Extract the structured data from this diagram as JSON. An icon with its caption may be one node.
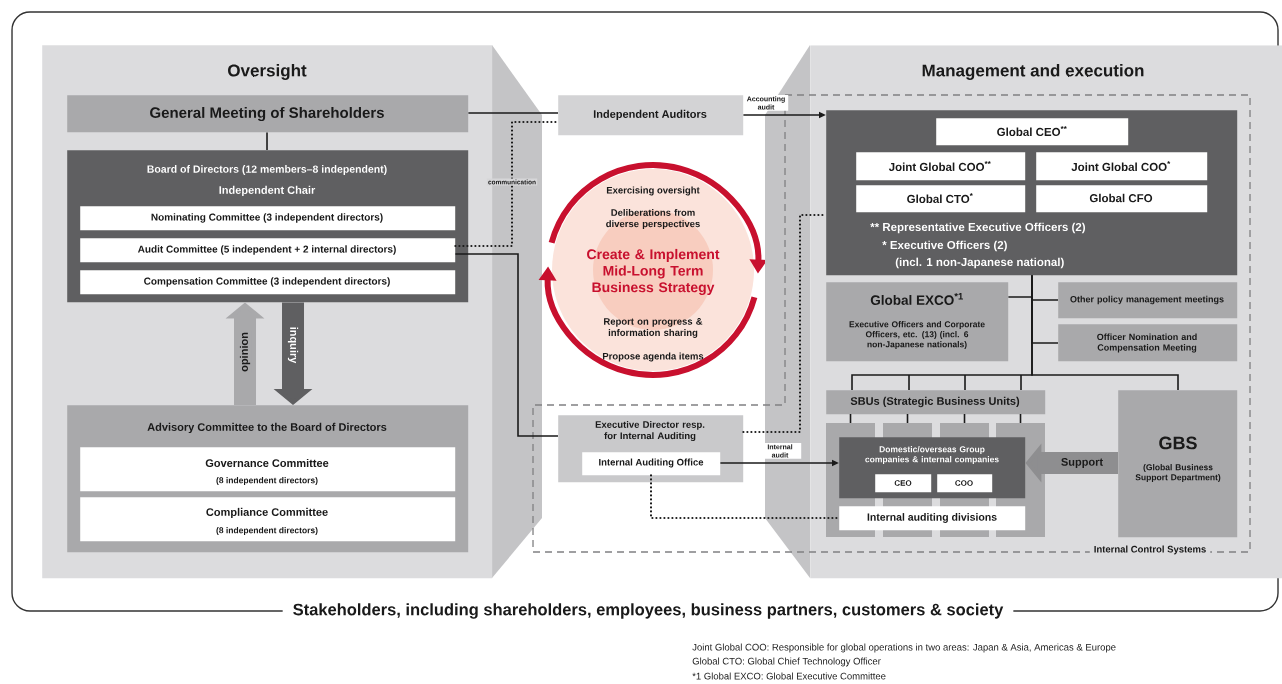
{
  "diagram": {
    "nodes": [
      {
        "text": [
          "Oversight"
        ]
      },
      {
        "text": [
          "General Meeting of Shareholders"
        ],
        "in": 0
      },
      {
        "text": [
          "Board of Directors (12 members–8 independent)",
          "Independent Chair"
        ],
        "in": 0
      },
      {
        "text": [
          "Nominating Committee (3 independent directors)"
        ],
        "in": 2
      },
      {
        "text": [
          "Audit Committee (5 independent + 2 internal directors)"
        ],
        "in": 2
      },
      {
        "text": [
          "Compensation Committee (3 independent directors)"
        ],
        "in": 2
      },
      {
        "text": [
          "Advisory Committee to the Board of Directors"
        ],
        "in": 0
      },
      {
        "text": [
          "Governance Committee",
          "(8 independent directors)"
        ],
        "in": 6
      },
      {
        "text": [
          "Compliance Committee",
          "(8 independent directors)"
        ],
        "in": 6
      },
      {
        "text": [
          "Independent Auditors"
        ]
      },
      {
        "text": [
          "Exercising oversight",
          "Deliberations from diverse perspectives",
          "Create & Implement Mid-Long Term Business Strategy",
          "Report on progress & information sharing",
          "Propose agenda items"
        ]
      },
      {
        "text": [
          "Executive Director resp. for Internal Auditing"
        ]
      },
      {
        "text": [
          "Internal Auditing Office"
        ],
        "in": 11
      },
      {
        "text": [
          "Management and execution"
        ]
      },
      {
        "text": [
          "** Representative Executive Officers (2)",
          "* Executive Officers (2)",
          "(incl. 1 non-Japanese national)"
        ],
        "in": 13
      },
      {
        "text": [
          "Global CEO$^{**}$"
        ],
        "in": 14
      },
      {
        "text": [
          "Joint Global COO$^{**}$"
        ],
        "in": 14
      },
      {
        "text": [
          "Joint Global COO$^{*}$"
        ],
        "in": 14
      },
      {
        "text": [
          "Global CTO$^{*}$"
        ],
        "in": 14
      },
      {
        "text": [
          "Global CFO"
        ],
        "in": 14
      },
      {
        "text": [
          "Global EXCO$^{*1}$",
          "Executive Officers and Corporate Officers, etc. (13) (incl. 6 non-Japanese nationals)"
        ],
        "in": 13
      },
      {
        "text": [
          "Other policy management meetings"
        ],
        "in": 13
      },
      {
        "text": [
          "Officer Nomination and Compensation Meeting"
        ],
        "in": 13
      },
      {
        "text": [
          "SBUs (Strategic Business Units)"
        ],
        "in": 13
      },
      {
        "text": [
          "Domestic/overseas Group companies & internal companies"
        ],
        "in": 13
      },
      {
        "text": [
          "CEO"
        ],
        "in": 24
      },
      {
        "text": [
          "COO"
        ],
        "in": 24
      },
      {
        "text": [
          "Internal auditing divisions"
        ],
        "in": 13
      },
      {
        "text": [
          "GBS",
          "(Global Business Support Department)"
        ],
        "in": 13
      }
    ],
    "edges": [
      {
        "from": 1,
        "to": 2,
        "arrow": "none"
      },
      {
        "from": 1,
        "to": 9,
        "arrow": "none"
      },
      {
        "from": 4,
        "to": 9,
        "arrow": "none",
        "style": "dashed",
        "label": "communication"
      },
      {
        "from": 4,
        "to": 11,
        "arrow": "none"
      },
      {
        "from": 9,
        "to": 14,
        "arrow": "to",
        "label": "Accounting audit"
      },
      {
        "from": 11,
        "to": 14,
        "arrow": "none",
        "style": "dashed"
      },
      {
        "from": 12,
        "to": 24,
        "arrow": "to",
        "label": "Internal audit"
      },
      {
        "from": 12,
        "to": 27,
        "arrow": "none",
        "style": "dashed"
      },
      {
        "from": 14,
        "to": 20,
        "arrow": "none"
      },
      {
        "from": 14,
        "to": 21,
        "arrow": "none"
      },
      {
        "from": 14,
        "to": 22,
        "arrow": "none"
      },
      {
        "from": 14,
        "to": 23,
        "arrow": "none"
      },
      {
        "from": 14,
        "to": 28,
        "arrow": "none"
      },
      {
        "from": 28,
        "to": 24,
        "arrow": "to",
        "style": "thick",
        "color": "#8e8e90",
        "label": "Support"
      },
      {
        "from": 6,
        "to": 2,
        "arrow": "to",
        "style": "thick",
        "color": "#a9a9ab",
        "label": "opinion"
      },
      {
        "from": 2,
        "to": 6,
        "arrow": "to",
        "style": "thick",
        "color": "#5f5f61",
        "label": "inquiry"
      }
    ],
    "labels": [
      "Internal Control Systems",
      "Stakeholders, including shareholders, employees, business partners, customers & society",
      "Joint Global COO: Responsible for global operations in two areas: Japan & Asia, Americas & Europe",
      "Global CTO: Global Chief Technology Officer",
      "*1 Global EXCO: Global Executive Committee"
    ]
  }
}
